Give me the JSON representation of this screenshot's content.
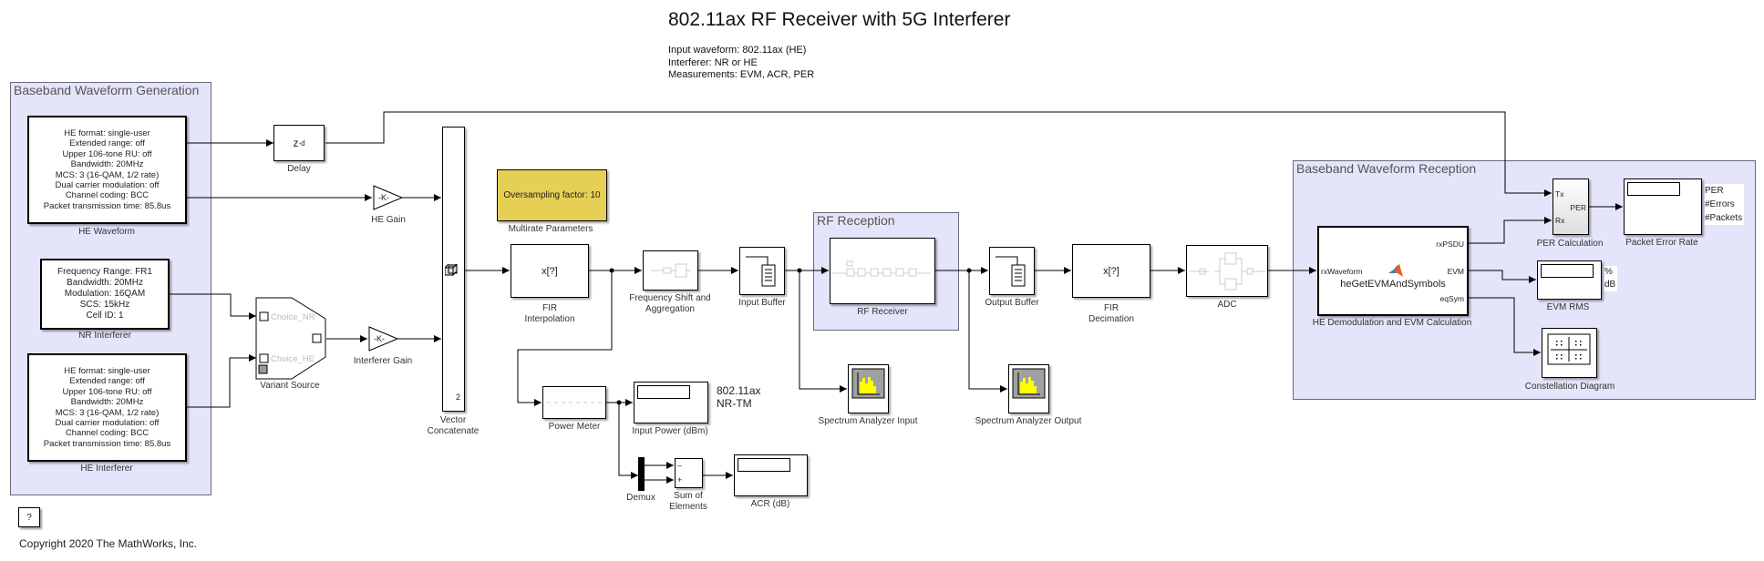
{
  "header": {
    "title": "802.11ax RF Receiver with 5G Interferer",
    "description": [
      "Input waveform: 802.11ax (HE)",
      "Interferer: NR or HE",
      "Measurements: EVM, ACR, PER"
    ]
  },
  "areas": {
    "baseband_generation": "Baseband Waveform Generation",
    "rf_reception": "RF Reception",
    "baseband_reception": "Baseband Waveform Reception"
  },
  "blocks": {
    "he_waveform": {
      "label": "HE Waveform",
      "lines": [
        "HE format: single-user",
        "Extended range: off",
        "Upper 106-tone RU: off",
        "Bandwidth: 20MHz",
        "MCS: 3 (16-QAM, 1/2 rate)",
        "Dual carrier modulation: off",
        "Channel coding: BCC",
        "Packet transmission time: 85.8us"
      ]
    },
    "nr_interferer": {
      "label": "NR Interferer",
      "lines": [
        "Frequency Range: FR1",
        "Bandwidth: 20MHz",
        "Modulation: 16QAM",
        "SCS: 15kHz",
        "Cell ID: 1"
      ]
    },
    "he_interferer": {
      "label": "HE Interferer",
      "lines": [
        "HE format: single-user",
        "Extended range: off",
        "Upper 106-tone RU: off",
        "Bandwidth: 20MHz",
        "MCS: 3 (16-QAM, 1/2 rate)",
        "Dual carrier modulation: off",
        "Channel coding: BCC",
        "Packet transmission time: 85.8us"
      ]
    },
    "delay": {
      "label": "Delay",
      "text": "z",
      "sup": "-d"
    },
    "he_gain": {
      "label": "HE Gain",
      "text": "-K-"
    },
    "interferer_gain": {
      "label": "Interferer Gain",
      "text": "-K-"
    },
    "variant_source": {
      "label": "Variant Source",
      "port1": "Choice_NR",
      "port2": "Choice_HE"
    },
    "vector_concat": {
      "label_line1": "Vector",
      "label_line2": "Concatenate",
      "text": "2"
    },
    "multirate_params": {
      "label": "Multirate Parameters",
      "text": "Oversampling factor: 10",
      "color": "#e6cf55"
    },
    "fir_interp": {
      "label_line1": "FIR",
      "label_line2": "Interpolation",
      "text": "x[?]"
    },
    "freq_shift": {
      "label_line1": "Frequency Shift and",
      "label_line2": "Aggregation"
    },
    "input_buffer": {
      "label": "Input Buffer"
    },
    "rf_receiver": {
      "label": "RF Receiver"
    },
    "output_buffer": {
      "label": "Output Buffer"
    },
    "fir_decim": {
      "label_line1": "FIR",
      "label_line2": "Decimation",
      "text": "x[?]"
    },
    "adc": {
      "label": "ADC"
    },
    "spec_in": {
      "label": "Spectrum Analyzer Input"
    },
    "spec_out": {
      "label": "Spectrum Analyzer Output"
    },
    "power_meter": {
      "label": "Power Meter"
    },
    "input_power": {
      "label": "Input Power (dBm)",
      "side_line1": "802.11ax",
      "side_line2": "NR-TM"
    },
    "demux": {
      "label": "Demux"
    },
    "sum_elements": {
      "label_line1": "Sum of",
      "label_line2": "Elements",
      "minus": "–",
      "plus": "+"
    },
    "acr": {
      "label": "ACR (dB)"
    },
    "he_demod": {
      "label": "HE Demodulation and EVM Calculation",
      "function": "heGetEVMAndSymbols",
      "in_port": "rxWaveform",
      "out_ports": [
        "rxPSDU",
        "EVM",
        "eqSym"
      ]
    },
    "per_calc": {
      "label": "PER Calculation",
      "in_ports": [
        "Tx",
        "Rx"
      ],
      "out_port": "PER"
    },
    "packet_error_rate": {
      "label": "Packet Error Rate",
      "side": [
        "PER",
        "#Errors",
        "#Packets"
      ]
    },
    "evm_rms": {
      "label": "EVM RMS",
      "side": [
        "%",
        "dB"
      ]
    },
    "constellation": {
      "label": "Constellation Diagram"
    }
  },
  "footer": {
    "help": "?",
    "copyright": "Copyright 2020 The MathWorks, Inc."
  }
}
